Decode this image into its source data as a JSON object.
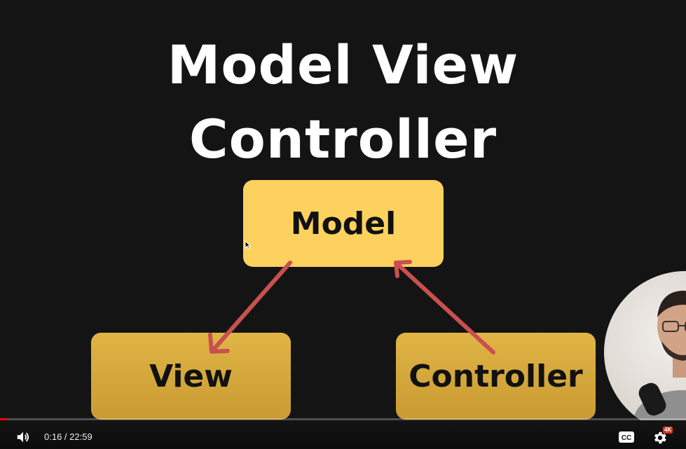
{
  "slide": {
    "title_line1": "Model View",
    "title_line2": "Controller",
    "boxes": {
      "model": "Model",
      "view": "View",
      "controller": "Controller"
    },
    "colors": {
      "background": "#141414",
      "model_box": "#fdd15e",
      "secondary_box": "#d4a83c",
      "arrow": "#c9504f"
    }
  },
  "player": {
    "current_time": "0:16",
    "separator": " / ",
    "duration": "22:59",
    "progress_fraction": 0.0116,
    "icons": {
      "volume": "volume-icon",
      "captions": "cc-icon",
      "settings": "gear-icon"
    },
    "cc_label": "CC",
    "quality_badge": "4K"
  }
}
